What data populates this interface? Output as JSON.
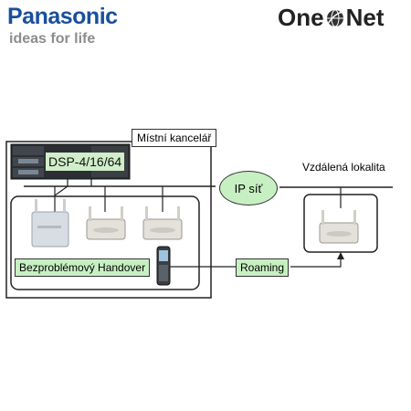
{
  "header": {
    "brand": "Panasonic",
    "tagline": "ideas for life",
    "product_left": "One",
    "product_right": "Net"
  },
  "diagram": {
    "office_label": "Místní kancelář",
    "pbx_label": "DSP-4/16/64",
    "network_label": "IP síť",
    "remote_label": "Vzdálená lokalita",
    "handover_label": "Bezproblémový Handover",
    "roaming_label": "Roaming"
  },
  "colors": {
    "brand_blue": "#1a4f9c",
    "label_green": "#c7f0c2",
    "line": "#222222"
  }
}
